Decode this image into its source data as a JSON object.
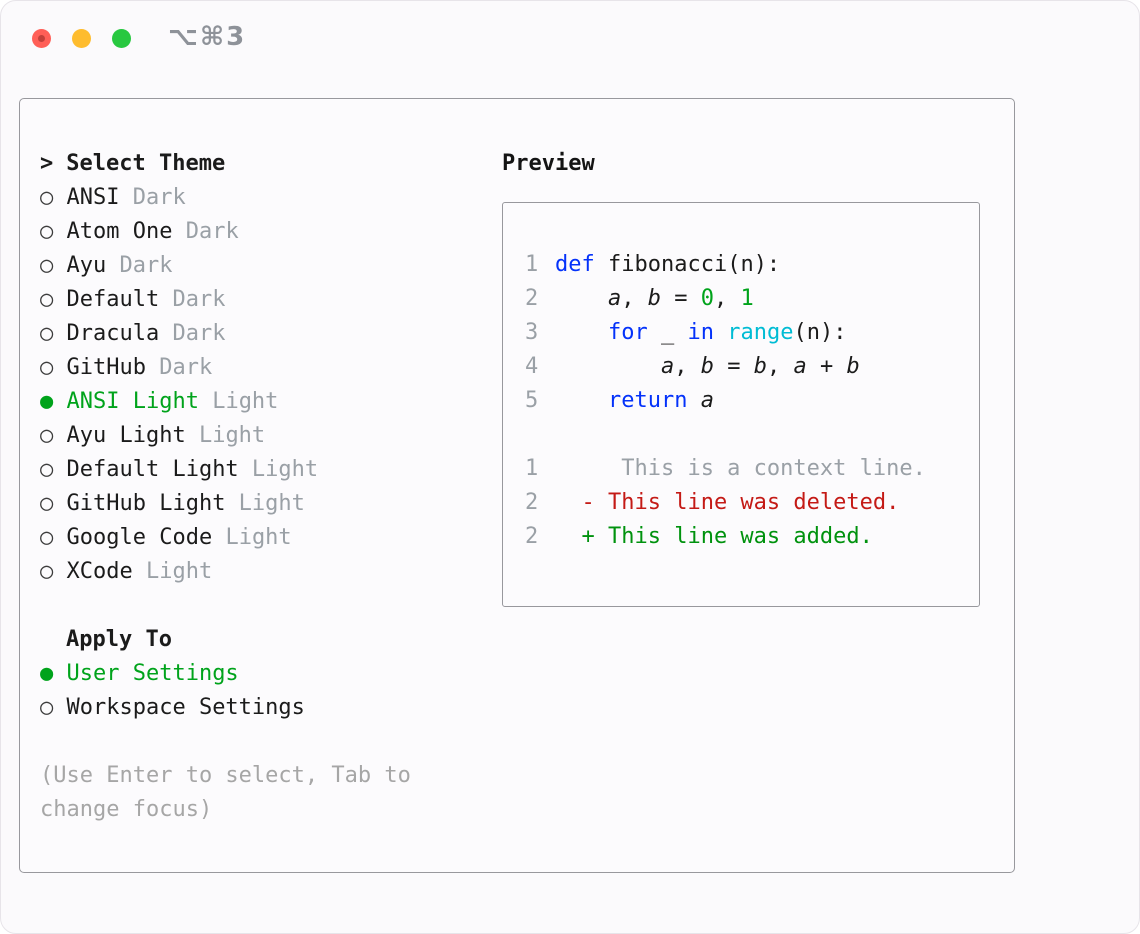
{
  "window": {
    "shortcut_label": "⌥⌘3"
  },
  "colors": {
    "traffic_red": "#ff5f57",
    "traffic_yellow": "#febc2e",
    "traffic_green": "#28c840",
    "selection_green": "#00a31b",
    "keyword_blue": "#0432fa",
    "function_cyan": "#00bcd4",
    "number_green": "#00a31b",
    "deleted_red": "#c41a16",
    "added_green": "#00920e",
    "muted_gray": "#9aa0a6"
  },
  "theme_selector": {
    "prompt": ">",
    "title": "Select Theme",
    "items": [
      {
        "name": "ANSI",
        "variant": "Dark",
        "selected": false
      },
      {
        "name": "Atom One",
        "variant": "Dark",
        "selected": false
      },
      {
        "name": "Ayu",
        "variant": "Dark",
        "selected": false
      },
      {
        "name": "Default",
        "variant": "Dark",
        "selected": false
      },
      {
        "name": "Dracula",
        "variant": "Dark",
        "selected": false
      },
      {
        "name": "GitHub",
        "variant": "Dark",
        "selected": false
      },
      {
        "name": "ANSI Light",
        "variant": "Light",
        "selected": true
      },
      {
        "name": "Ayu Light",
        "variant": "Light",
        "selected": false
      },
      {
        "name": "Default Light",
        "variant": "Light",
        "selected": false
      },
      {
        "name": "GitHub Light",
        "variant": "Light",
        "selected": false
      },
      {
        "name": "Google Code",
        "variant": "Light",
        "selected": false
      },
      {
        "name": "XCode",
        "variant": "Light",
        "selected": false
      }
    ]
  },
  "apply_to": {
    "title": "Apply To",
    "options": [
      {
        "name": "User Settings",
        "selected": true
      },
      {
        "name": "Workspace Settings",
        "selected": false
      }
    ]
  },
  "hint": "(Use Enter to select, Tab to change focus)",
  "preview": {
    "title": "Preview",
    "lines": [
      {
        "num": "1",
        "tokens": [
          {
            "t": "def",
            "c": "kw"
          },
          {
            "t": " fibonacci(n):",
            "c": "pl"
          }
        ]
      },
      {
        "num": "2",
        "tokens": [
          {
            "t": "    ",
            "c": "pl"
          },
          {
            "t": "a",
            "c": "var"
          },
          {
            "t": ", ",
            "c": "pl"
          },
          {
            "t": "b",
            "c": "var"
          },
          {
            "t": " = ",
            "c": "pl"
          },
          {
            "t": "0",
            "c": "num"
          },
          {
            "t": ", ",
            "c": "pl"
          },
          {
            "t": "1",
            "c": "num"
          }
        ]
      },
      {
        "num": "3",
        "tokens": [
          {
            "t": "    ",
            "c": "pl"
          },
          {
            "t": "for",
            "c": "kw"
          },
          {
            "t": " _ ",
            "c": "pl"
          },
          {
            "t": "in",
            "c": "kw"
          },
          {
            "t": " ",
            "c": "pl"
          },
          {
            "t": "range",
            "c": "fn"
          },
          {
            "t": "(n):",
            "c": "pl"
          }
        ]
      },
      {
        "num": "4",
        "tokens": [
          {
            "t": "        ",
            "c": "pl"
          },
          {
            "t": "a",
            "c": "var"
          },
          {
            "t": ", ",
            "c": "pl"
          },
          {
            "t": "b",
            "c": "var"
          },
          {
            "t": " = ",
            "c": "pl"
          },
          {
            "t": "b",
            "c": "var"
          },
          {
            "t": ", ",
            "c": "pl"
          },
          {
            "t": "a",
            "c": "var"
          },
          {
            "t": " + ",
            "c": "pl"
          },
          {
            "t": "b",
            "c": "var"
          }
        ]
      },
      {
        "num": "5",
        "tokens": [
          {
            "t": "    ",
            "c": "pl"
          },
          {
            "t": "return",
            "c": "kw"
          },
          {
            "t": " ",
            "c": "pl"
          },
          {
            "t": "a",
            "c": "var"
          }
        ]
      },
      {
        "num": "",
        "tokens": []
      },
      {
        "num": "1",
        "tokens": [
          {
            "t": "     This is a context line.",
            "c": "ctx"
          }
        ]
      },
      {
        "num": "2",
        "tokens": [
          {
            "t": "  - This line was deleted.",
            "c": "del"
          }
        ]
      },
      {
        "num": "2",
        "tokens": [
          {
            "t": "  + This line was added.",
            "c": "add"
          }
        ]
      }
    ]
  }
}
